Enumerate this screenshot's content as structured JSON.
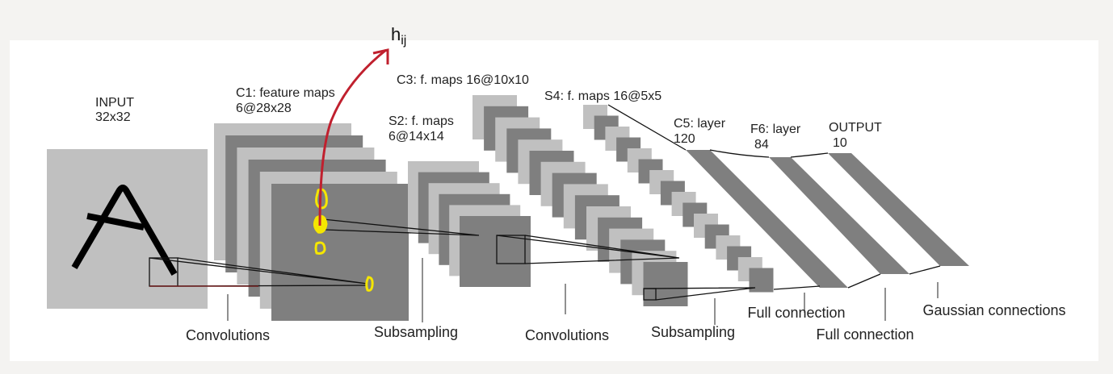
{
  "title": "LeNet-5 architecture",
  "annotation": {
    "label": "h",
    "subscript": "ij"
  },
  "layers": {
    "input": {
      "name": "INPUT",
      "size": "32x32"
    },
    "c1": {
      "name": "C1: feature maps",
      "size": "6@28x28",
      "maps": 6
    },
    "s2": {
      "name": "S2: f. maps",
      "size": "6@14x14",
      "maps": 6
    },
    "c3": {
      "name": "C3: f. maps 16@10x10",
      "maps": 16
    },
    "s4": {
      "name": "S4: f. maps 16@5x5",
      "maps": 16
    },
    "c5": {
      "name": "C5: layer",
      "size": "120"
    },
    "f6": {
      "name": "F6: layer",
      "size": "84"
    },
    "output": {
      "name": "OUTPUT",
      "size": "10"
    }
  },
  "operations": [
    "Convolutions",
    "Subsampling",
    "Convolutions",
    "Subsampling",
    "Full connection",
    "Full connection",
    "Gaussian connections"
  ],
  "colors": {
    "light": "#c0c0c0",
    "dark": "#7f7f7f",
    "arrow": "#c0202e",
    "highlight": "#f5e600"
  }
}
